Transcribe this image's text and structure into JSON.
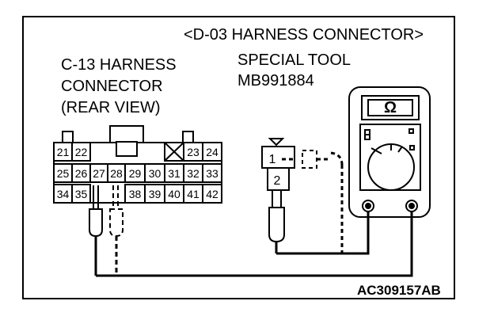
{
  "header": {
    "d03_connector": "<D-03 HARNESS CONNECTOR>"
  },
  "c13_label": [
    "C-13 HARNESS",
    "CONNECTOR",
    "(REAR VIEW)"
  ],
  "special_tool_label": [
    "SPECIAL TOOL",
    "MB991884"
  ],
  "connector_c13": {
    "row1": [
      "21",
      "22",
      "23",
      "24"
    ],
    "row2": [
      "25",
      "26",
      "27",
      "28",
      "29",
      "30",
      "31",
      "32",
      "33"
    ],
    "row3": [
      "34",
      "35",
      "38",
      "39",
      "40",
      "41",
      "42"
    ]
  },
  "connector_d03": {
    "pins": [
      "1",
      "2"
    ]
  },
  "meter": {
    "symbol": "Ω"
  },
  "figure_code": "AC309157AB"
}
